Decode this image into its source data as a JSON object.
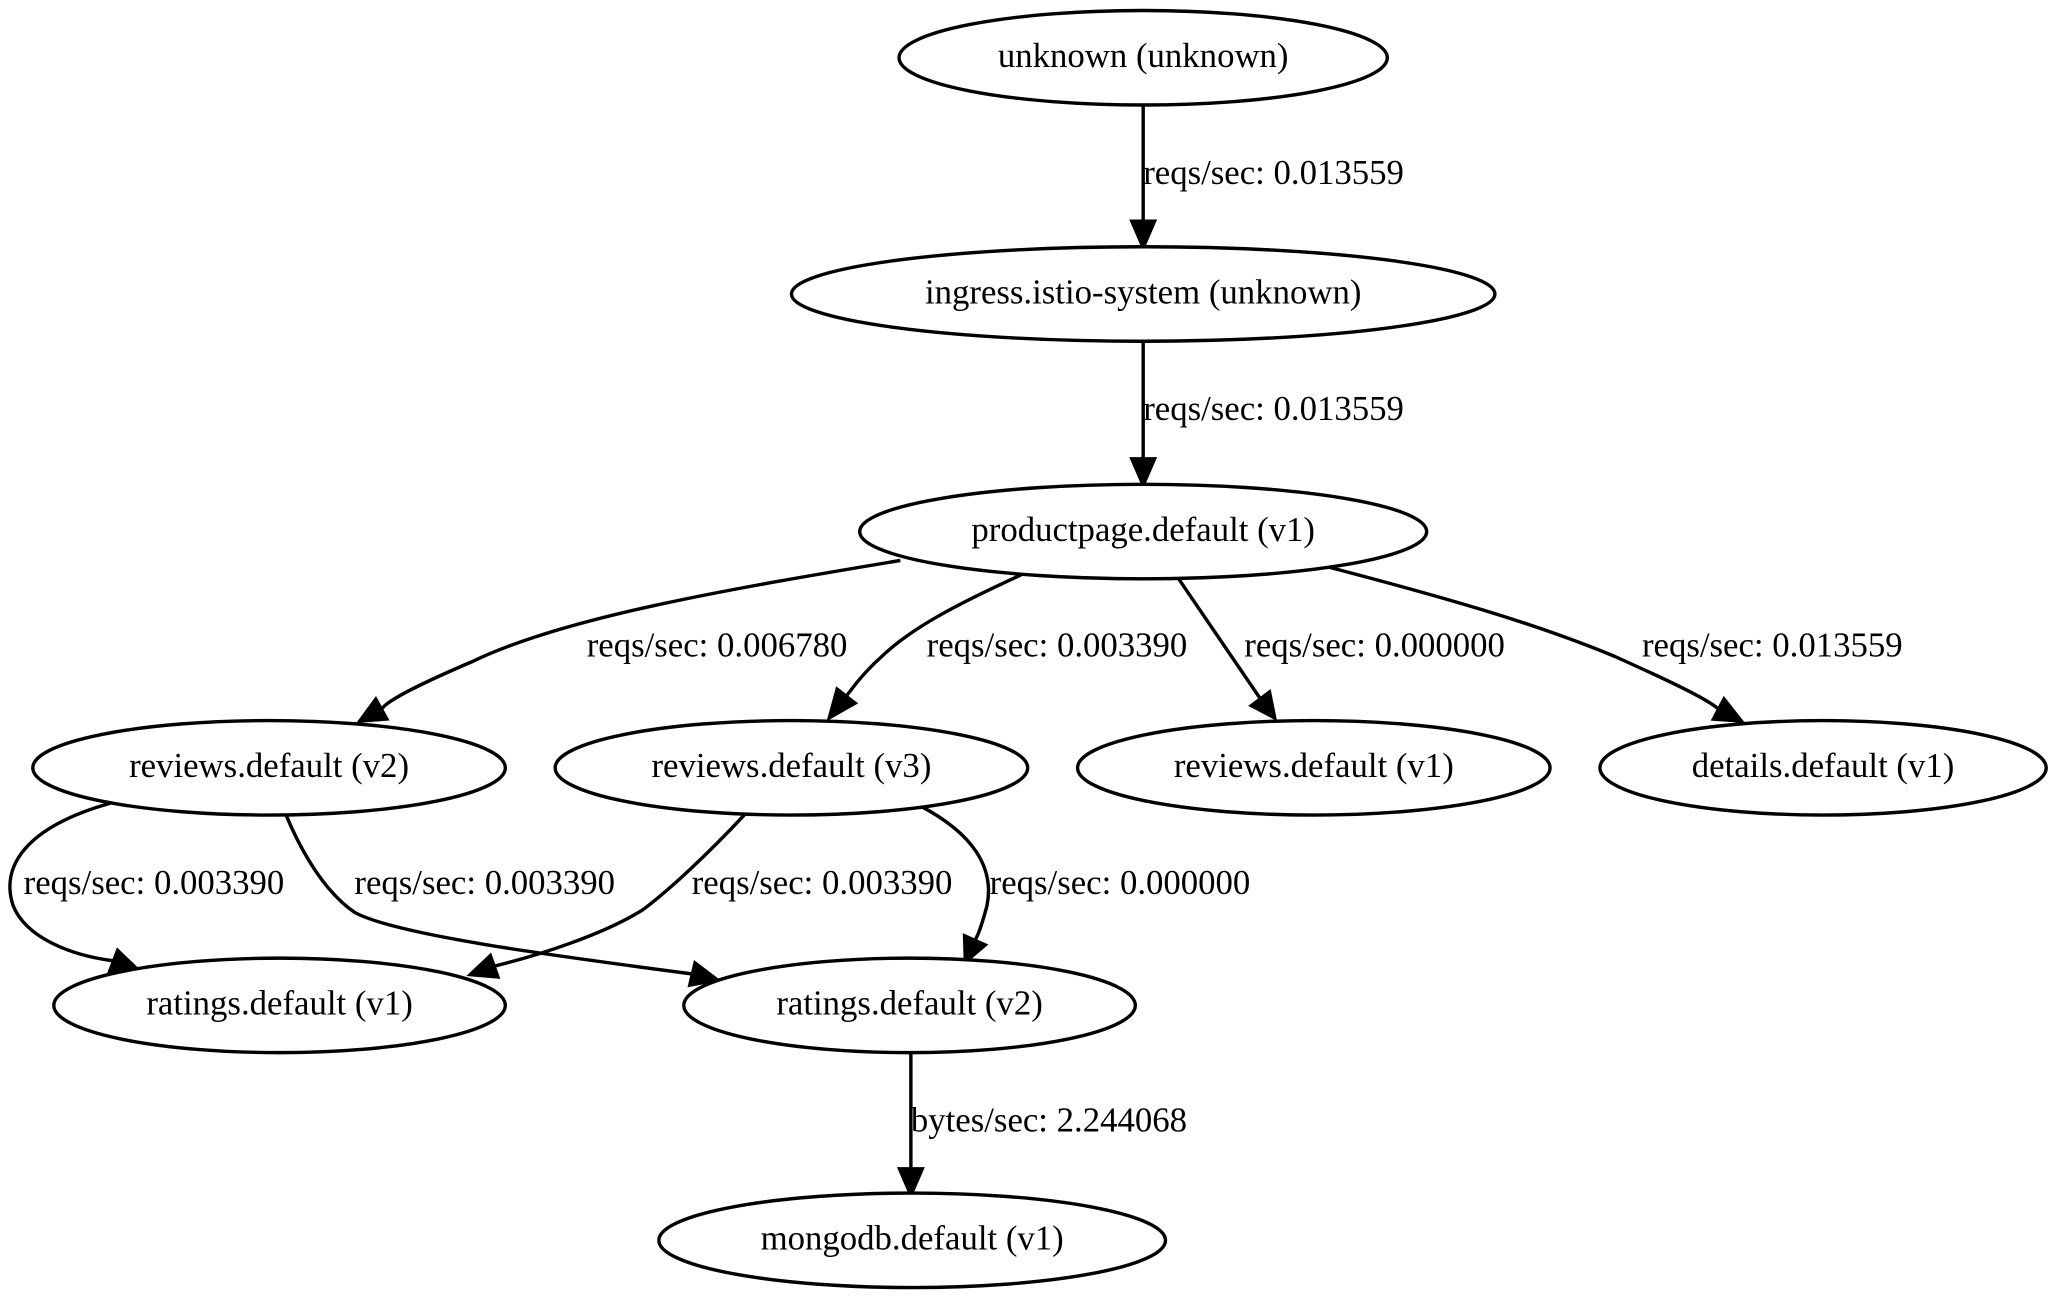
{
  "graph": {
    "nodes": [
      {
        "id": "unknown",
        "label": "unknown (unknown)"
      },
      {
        "id": "ingress",
        "label": "ingress.istio-system (unknown)"
      },
      {
        "id": "productpage",
        "label": "productpage.default (v1)"
      },
      {
        "id": "reviews_v2",
        "label": "reviews.default (v2)"
      },
      {
        "id": "reviews_v3",
        "label": "reviews.default (v3)"
      },
      {
        "id": "reviews_v1",
        "label": "reviews.default (v1)"
      },
      {
        "id": "details_v1",
        "label": "details.default (v1)"
      },
      {
        "id": "ratings_v1",
        "label": "ratings.default (v1)"
      },
      {
        "id": "ratings_v2",
        "label": "ratings.default (v2)"
      },
      {
        "id": "mongodb_v1",
        "label": "mongodb.default (v1)"
      }
    ],
    "edges": [
      {
        "from": "unknown",
        "to": "ingress",
        "label": "reqs/sec: 0.013559"
      },
      {
        "from": "ingress",
        "to": "productpage",
        "label": "reqs/sec: 0.013559"
      },
      {
        "from": "productpage",
        "to": "reviews_v2",
        "label": "reqs/sec: 0.006780"
      },
      {
        "from": "productpage",
        "to": "reviews_v3",
        "label": "reqs/sec: 0.003390"
      },
      {
        "from": "productpage",
        "to": "reviews_v1",
        "label": "reqs/sec: 0.000000"
      },
      {
        "from": "productpage",
        "to": "details_v1",
        "label": "reqs/sec: 0.013559"
      },
      {
        "from": "reviews_v2",
        "to": "ratings_v1",
        "label": "reqs/sec: 0.003390"
      },
      {
        "from": "reviews_v2",
        "to": "ratings_v2",
        "label": "reqs/sec: 0.003390"
      },
      {
        "from": "reviews_v3",
        "to": "ratings_v1",
        "label": "reqs/sec: 0.003390"
      },
      {
        "from": "reviews_v3",
        "to": "ratings_v2",
        "label": "reqs/sec: 0.000000"
      },
      {
        "from": "ratings_v2",
        "to": "mongodb_v1",
        "label": "bytes/sec: 2.244068"
      }
    ]
  }
}
